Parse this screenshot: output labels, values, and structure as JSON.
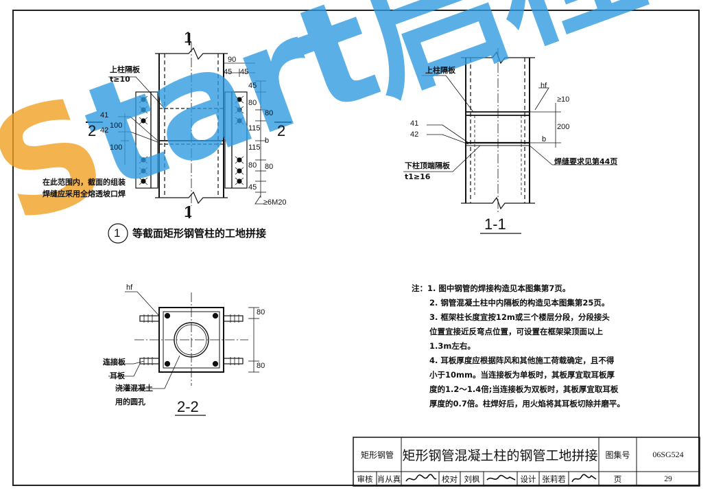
{
  "drawing": {
    "detail1": {
      "section_marker_top": "1",
      "section_marker_bottom": "1",
      "section_left": "2",
      "section_right": "2",
      "upper_plate_label": "上柱隔板",
      "upper_plate_thk": "t≥10",
      "weld_41": "41",
      "weld_42": "42",
      "dim_90": "90",
      "dim_45a": "45",
      "dim_45b": "45",
      "dim_45c": "45",
      "dim_80a": "80",
      "dim_80b": "80",
      "dim_115a": "115",
      "dim_115b": "115",
      "dim_80c": "80",
      "dim_80d": "80",
      "dim_45d": "45",
      "dim_100a": "100",
      "dim_100b": "100",
      "dim_b": "b",
      "bolt_spec": "≥6M20",
      "note_line1": "在此范围内，截面的组装",
      "note_line2": "焊缝应采用全熔透坡口焊",
      "caption_num": "1",
      "caption_text": "等截面矩形钢管柱的工地拼接"
    },
    "section11": {
      "upper_plate_label": "上柱隔板",
      "weld_41": "41",
      "weld_42": "42",
      "hf": "hf",
      "dim_10": "≥10",
      "dim_200": "200",
      "dim_b": "b",
      "lower_plate_label": "下柱顶端隔板",
      "lower_plate_thk": "t1≥16",
      "weld_note": "焊缝要求见第44页",
      "caption": "1-1"
    },
    "section22": {
      "hf": "hf",
      "dim_80a": "80",
      "dim_80b": "80",
      "label_connect": "连接板",
      "label_ear": "耳板",
      "label_hole1": "浇灌混凝土",
      "label_hole2": "用的圆孔",
      "caption": "2-2"
    }
  },
  "notes": {
    "prefix": "注：",
    "items": [
      "1. 图中钢管的焊接构造见本图集第7页。",
      "2. 钢管混凝土柱中内隔板的构造见本图集第25页。",
      "3. 框架柱长度宜按12m或三个楼层分段，分段接头",
      "位置宜接近反弯点位置，可设置在框架梁顶面以上",
      "1.3m左右。",
      "4. 耳板厚度应根据阵风和其他施工荷载确定，且不得",
      "小于10mm。当连接板为单板时，其板厚宜取耳板厚",
      "度的1.2～1.4倍;当连接板为双板时，其板厚宜取耳板",
      "厚度的0.7倍。柱焊好后，用火焰将其耳板切除并磨平。"
    ]
  },
  "title_block": {
    "category": "矩形钢管",
    "title": "矩形钢管混凝土柱的钢管工地拼接",
    "atlas_label": "图集号",
    "atlas_no": "06SG524",
    "review_label": "审核",
    "review_name": "肖从真",
    "check_label": "校对",
    "check_name": "刘枫",
    "design_label": "设计",
    "design_name": "张莉若",
    "page_label": "页",
    "page_no": "29"
  },
  "watermark": {
    "text_s": "S",
    "text_rest": "tart",
    "text_cn": "启程",
    "color_blue": "#2d9be0",
    "color_orange": "#f0a020"
  }
}
